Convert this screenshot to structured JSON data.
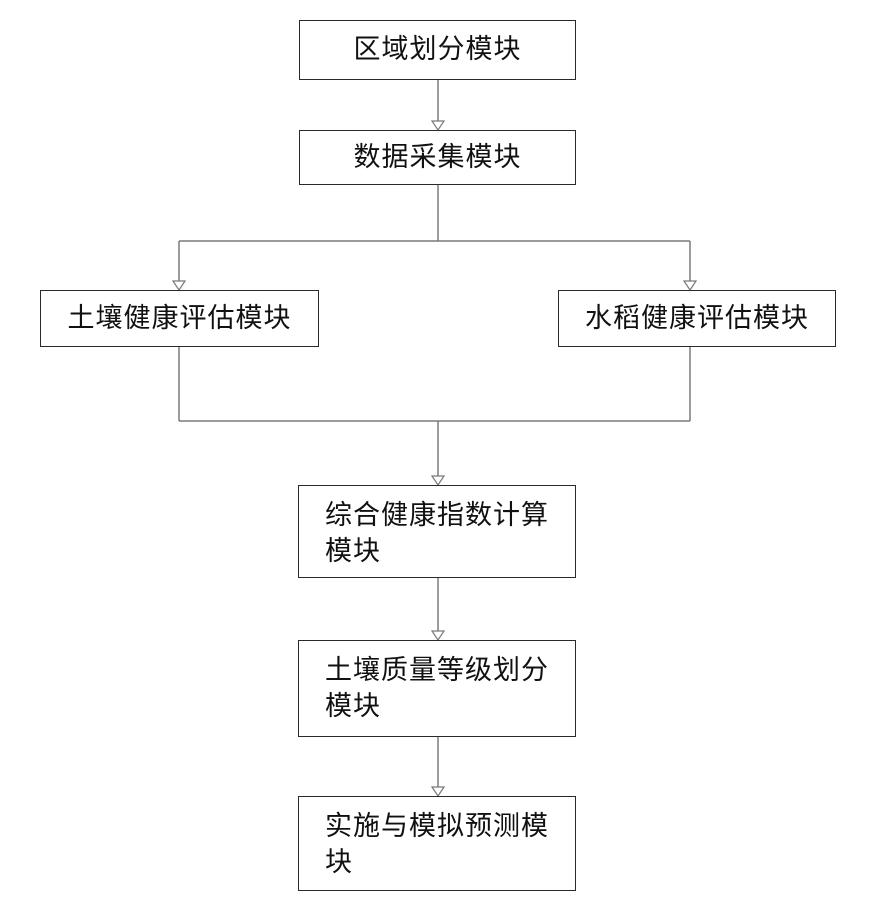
{
  "nodes": {
    "region_division": "区域划分模块",
    "data_collection": "数据采集模块",
    "soil_health": "土壤健康评估模块",
    "rice_health": "水稻健康评估模块",
    "composite_index": "综合健康指数计算模块",
    "soil_quality_grade": "土壤质量等级划分模块",
    "implementation_simulation": "实施与模拟预测模块"
  },
  "colors": {
    "line": "#7a7a7a",
    "box_border": "#2a2a2a",
    "text": "#111111"
  }
}
